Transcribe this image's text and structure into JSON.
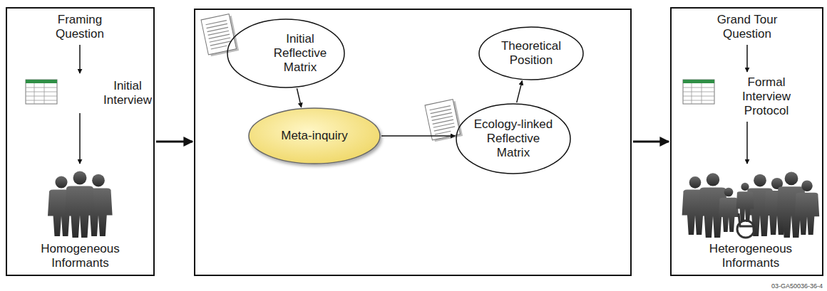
{
  "diagram": {
    "nodes": [
      {
        "text": []
      },
      {
        "text": [
          "Framing Question"
        ],
        "in": 0
      },
      {
        "text": [
          "Initial Interview"
        ],
        "in": 0
      },
      {
        "text": [
          "Homogeneous Informants"
        ],
        "in": 0
      },
      {
        "text": []
      },
      {
        "text": [
          "Initial Reflective Matrix"
        ],
        "in": 4
      },
      {
        "text": [
          "Meta-inquiry"
        ],
        "in": 4
      },
      {
        "text": [
          "Ecology-linked Reflective Matrix"
        ],
        "in": 4
      },
      {
        "text": [
          "Theoretical Position"
        ],
        "in": 4
      },
      {
        "text": []
      },
      {
        "text": [
          "Grand Tour Question"
        ],
        "in": 9
      },
      {
        "text": [
          "Formal Interview Protocol"
        ],
        "in": 9
      },
      {
        "text": [
          "Heterogeneous Informants"
        ],
        "in": 9
      }
    ],
    "edges": [
      {
        "from": 1,
        "to": 2,
        "arrow": "to"
      },
      {
        "from": 2,
        "to": 3,
        "arrow": "to"
      },
      {
        "from": 0,
        "to": 4,
        "arrow": "to"
      },
      {
        "from": 5,
        "to": 6,
        "arrow": "to"
      },
      {
        "from": 6,
        "to": 7,
        "arrow": "to"
      },
      {
        "from": 7,
        "to": 8,
        "arrow": "to"
      },
      {
        "from": 4,
        "to": 9,
        "arrow": "to"
      },
      {
        "from": 10,
        "to": 11,
        "arrow": "to"
      },
      {
        "from": 11,
        "to": 12,
        "arrow": "to"
      }
    ],
    "labels": [
      "03-GA50036-36-4"
    ]
  }
}
